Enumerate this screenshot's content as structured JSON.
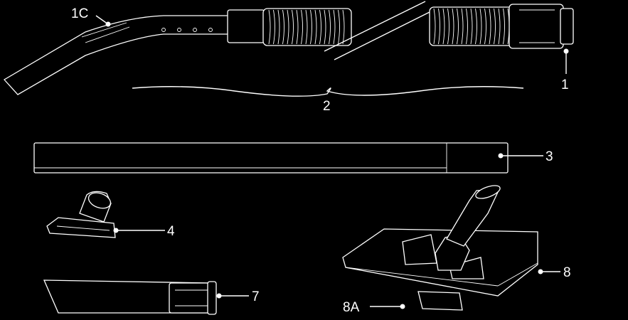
{
  "labels": {
    "hose_end": "1",
    "hose_end_detail": "1C",
    "hose": "2",
    "extension_tube": "3",
    "upholstery_nozzle": "4",
    "crevice_tool": "7",
    "floor_nozzle": "8",
    "floor_nozzle_pedal": "8A"
  },
  "colors": {
    "background": "#000000",
    "line": "#ffffff"
  }
}
